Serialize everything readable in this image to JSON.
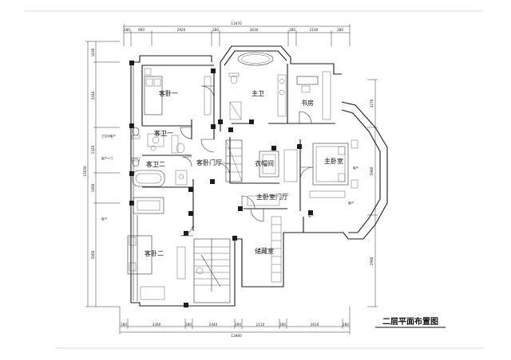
{
  "title": "二层平面布置图",
  "rooms": {
    "guest_bed_1": "客卧一",
    "master_bath": "主卫",
    "study": "书房",
    "guest_bath_1": "客卫一",
    "guest_bath_2": "客卫二",
    "guest_hall": "客卧门厅",
    "wardrobe": "衣帽间",
    "master_bed": "主卧室",
    "master_hall": "主卧室门厅",
    "storage": "储藏室",
    "guest_bed_2": "客卧二"
  },
  "dims": {
    "top_total": "11670",
    "top": [
      "280",
      "900",
      "2920",
      "280",
      "3630",
      "280",
      "2100",
      "280"
    ],
    "bottom_total": "12860",
    "bottom": [
      "280",
      "3360",
      "280",
      "2440",
      "280",
      "2110",
      "280",
      "3610",
      "280"
    ],
    "left_total": "15050",
    "left": [
      "1030",
      "3440",
      "2420",
      "1600",
      "5060"
    ],
    "right": [
      "3270",
      "5980",
      "2990"
    ]
  },
  "notes": {
    "left": [
      "卫生间窗户",
      "窗户+门",
      "窗户"
    ],
    "right": [
      "窗户",
      "窗户",
      "窗户"
    ]
  }
}
